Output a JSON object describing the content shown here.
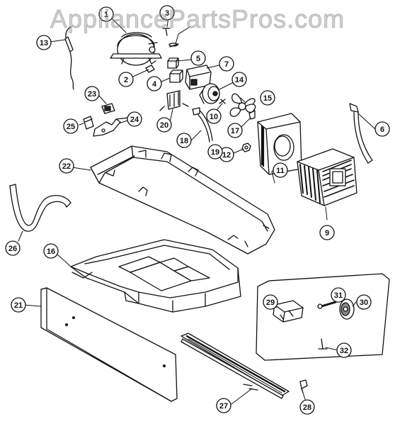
{
  "watermark": "AppliancePartsPros.com",
  "colors": {
    "line": "#111111",
    "callout_fill": "#ffffff",
    "watermark": "#969696"
  },
  "callouts": [
    {
      "id": "1",
      "label": "1"
    },
    {
      "id": "2",
      "label": "2"
    },
    {
      "id": "3",
      "label": "3"
    },
    {
      "id": "4",
      "label": "4"
    },
    {
      "id": "5",
      "label": "5"
    },
    {
      "id": "6",
      "label": "6"
    },
    {
      "id": "7",
      "label": "7"
    },
    {
      "id": "9",
      "label": "9"
    },
    {
      "id": "10",
      "label": "10"
    },
    {
      "id": "11",
      "label": "11"
    },
    {
      "id": "12",
      "label": "12"
    },
    {
      "id": "13",
      "label": "13"
    },
    {
      "id": "14",
      "label": "14"
    },
    {
      "id": "15",
      "label": "15"
    },
    {
      "id": "16",
      "label": "16"
    },
    {
      "id": "17",
      "label": "17"
    },
    {
      "id": "18",
      "label": "18"
    },
    {
      "id": "19",
      "label": "19"
    },
    {
      "id": "20",
      "label": "20"
    },
    {
      "id": "21",
      "label": "21"
    },
    {
      "id": "22",
      "label": "22"
    },
    {
      "id": "23",
      "label": "23"
    },
    {
      "id": "24",
      "label": "24"
    },
    {
      "id": "25",
      "label": "25"
    },
    {
      "id": "26",
      "label": "26"
    },
    {
      "id": "27",
      "label": "27"
    },
    {
      "id": "28",
      "label": "28"
    },
    {
      "id": "29",
      "label": "29"
    },
    {
      "id": "30",
      "label": "30"
    },
    {
      "id": "31",
      "label": "31"
    },
    {
      "id": "32",
      "label": "32"
    }
  ]
}
